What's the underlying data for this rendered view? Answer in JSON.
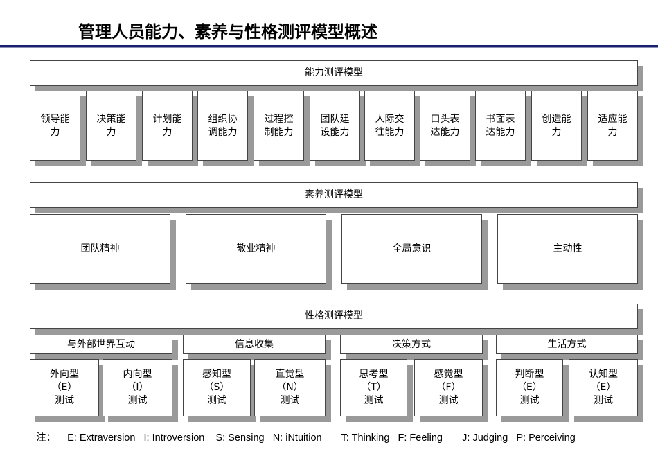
{
  "title": "管理人员能力、素养与性格测评模型概述",
  "ability": {
    "header": "能力测评模型",
    "items": [
      [
        "领导能",
        "力"
      ],
      [
        "决策能",
        "力"
      ],
      [
        "计划能",
        "力"
      ],
      [
        "组织协",
        "调能力"
      ],
      [
        "过程控",
        "制能力"
      ],
      [
        "团队建",
        "设能力"
      ],
      [
        "人际交",
        "往能力"
      ],
      [
        "口头表",
        "达能力"
      ],
      [
        "书面表",
        "达能力"
      ],
      [
        "创造能",
        "力"
      ],
      [
        "适应能",
        "力"
      ]
    ]
  },
  "literacy": {
    "header": "素养测评模型",
    "items": [
      "团队精神",
      "敬业精神",
      "全局意识",
      "主动性"
    ]
  },
  "personality": {
    "header": "性格测评模型",
    "groups": [
      "与外部世界互动",
      "信息收集",
      "决策方式",
      "生活方式"
    ],
    "types": [
      [
        "外向型",
        "（E）",
        "测试"
      ],
      [
        "内向型",
        "（I）",
        "测试"
      ],
      [
        "感知型",
        "（S）",
        "测试"
      ],
      [
        "直觉型",
        "（N）",
        "测试"
      ],
      [
        "思考型",
        "（T）",
        "测试"
      ],
      [
        "感觉型",
        "（F）",
        "测试"
      ],
      [
        "判断型",
        "（E）",
        "测试"
      ],
      [
        "认知型",
        "（E）",
        "测试"
      ]
    ]
  },
  "note": {
    "label": "注：",
    "text": "E: Extraversion   I: Introversion    S: Sensing   N: iNtuition       T: Thinking   F: Feeling       J: Judging   P: Perceiving"
  }
}
